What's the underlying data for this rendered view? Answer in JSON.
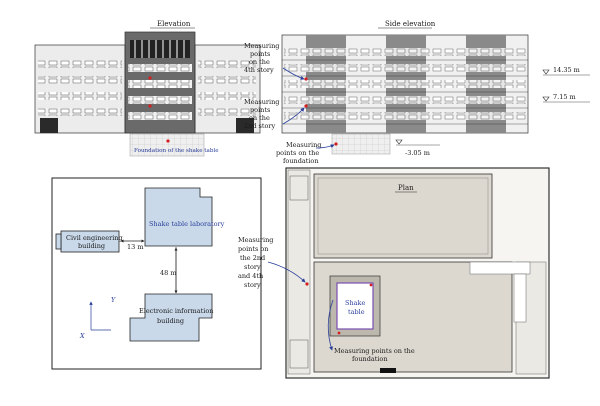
{
  "elevation": {
    "title": "Elevation",
    "foundation_label": "Foundation of the shake table"
  },
  "side_elevation": {
    "title": "Side elevation",
    "label_4th": [
      "Measuring",
      "points",
      "on the",
      "4th story"
    ],
    "label_2nd": [
      "Measuring",
      "points",
      "on the",
      "2nd story"
    ],
    "label_foundation": [
      "Measuring",
      "points on the",
      "foundation"
    ],
    "level_top": "14.35 m",
    "level_mid": "7.15 m",
    "level_bottom": "-3.05 m"
  },
  "site_map": {
    "lab": "Shake table laboratory",
    "civil": [
      "Civil engineering",
      "building"
    ],
    "electronic": [
      "Electronic information",
      "building"
    ],
    "dist_civil": "13 m",
    "dist_electronic": "48 m",
    "axis_x": "X",
    "axis_y": "Y"
  },
  "plan": {
    "title": "Plan",
    "shake_table": [
      "Shake",
      "table"
    ],
    "label_stories": [
      "Measuring",
      "points on",
      "the 2nd",
      "story",
      "and 4th",
      "story"
    ],
    "label_foundation": [
      "Measuring points on the",
      "foundation"
    ]
  },
  "colors": {
    "accent": "#2a3f9a",
    "marker": "#d42020",
    "building_fill": "#c9d9ea",
    "facade_dark": "#5a5a5a",
    "plan_fill": "#dcd8cf"
  }
}
